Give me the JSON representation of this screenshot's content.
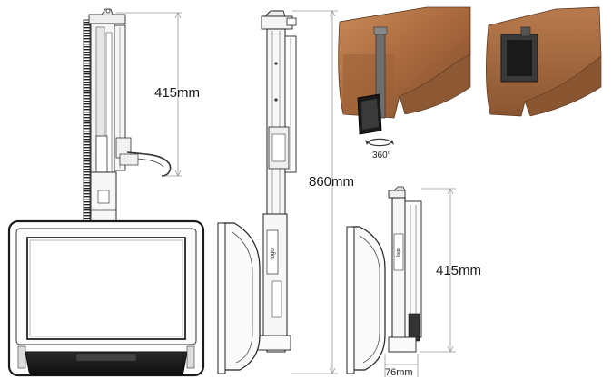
{
  "dimensions": {
    "arm_height_left": "415mm",
    "total_height": "860mm",
    "arm_height_right": "415mm",
    "depth": "76mm"
  },
  "rotation": {
    "label": "360°"
  },
  "colors": {
    "line": "#2b2b2b",
    "dim_line": "#9a9a9a",
    "screen_frame": "#1c1c1c",
    "wood_light": "#b57446",
    "wood_dark": "#7a4a2a",
    "wood_shadow": "#5a3620"
  }
}
